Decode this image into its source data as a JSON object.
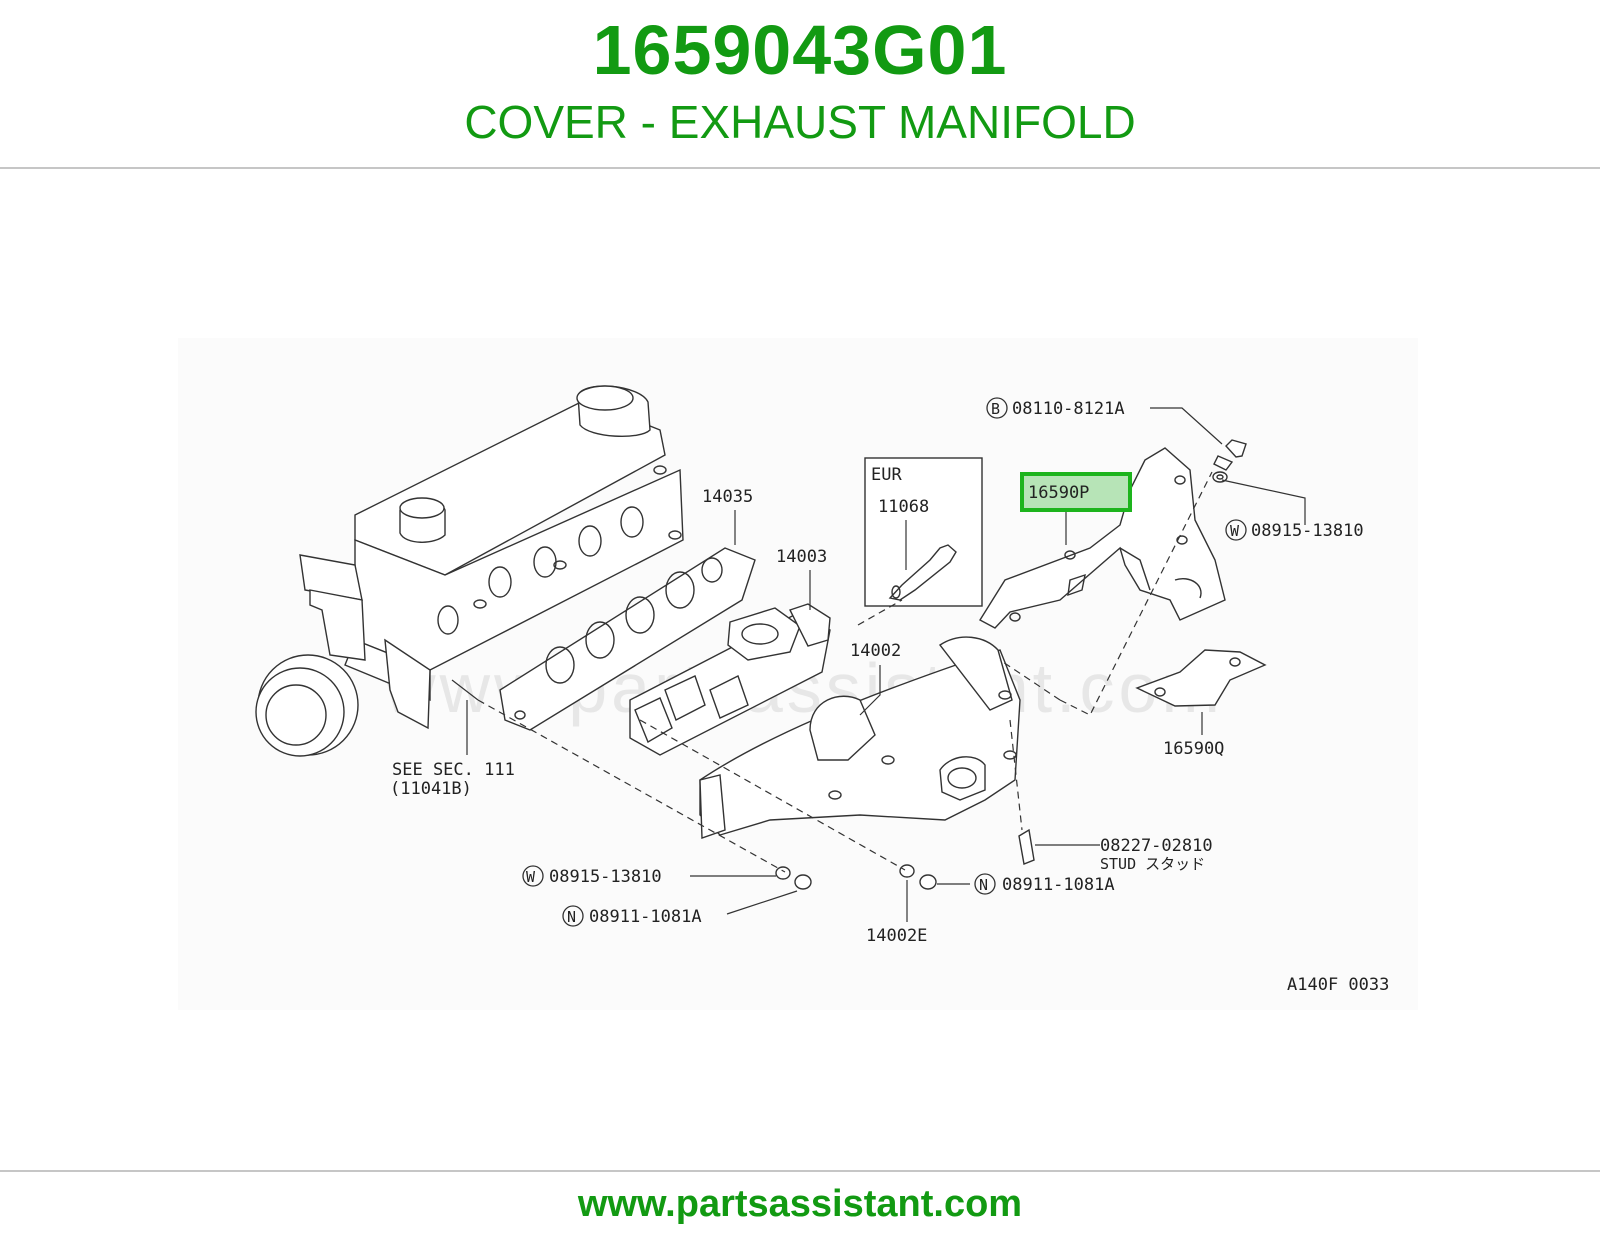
{
  "header": {
    "part_number": "1659043G01",
    "part_name": "COVER - EXHAUST MANIFOLD"
  },
  "diagram": {
    "watermark": "www.partsassistant.com",
    "eur_box_label": "EUR",
    "drawing_code": "A140F 0033",
    "labels": {
      "l14035": "14035",
      "l14003": "14003",
      "l11068": "11068",
      "l14002": "14002",
      "l16590P": "16590P",
      "l16590Q": "16590Q",
      "l14002E": "14002E",
      "see_sec": "SEE SEC. 111",
      "see_sec_ref": "(11041B)",
      "b_08110": "08110-8121A",
      "w_08915_right": "08915-13810",
      "w_08915_left": "08915-13810",
      "n_08911_left": "08911-1081A",
      "n_08911_right": "08911-1081A",
      "stud_part": "08227-02810",
      "stud_name": "STUD スタッド"
    },
    "badges": {
      "B": "B",
      "W": "W",
      "N": "N"
    },
    "highlight_color": "#1db41d"
  },
  "footer": {
    "url": "www.partsassistant.com"
  }
}
